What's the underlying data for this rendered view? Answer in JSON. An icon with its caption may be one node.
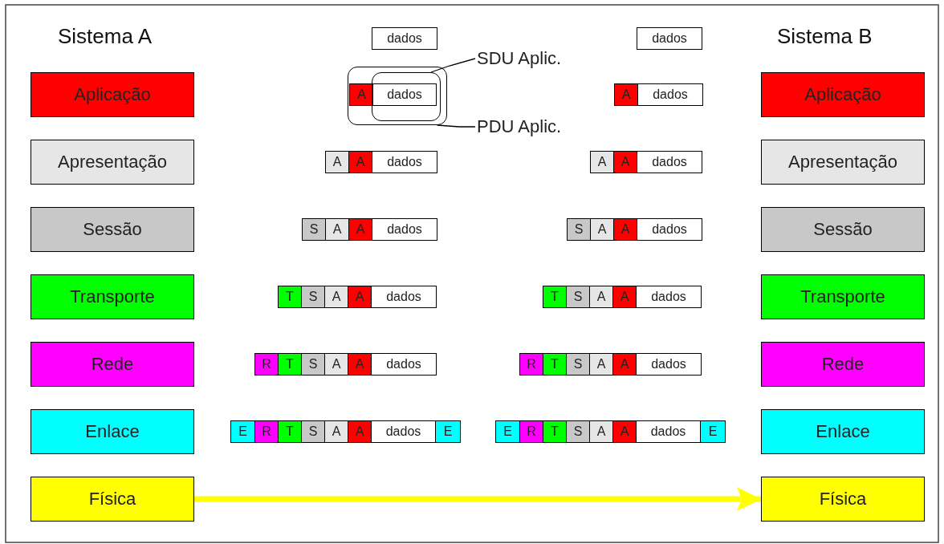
{
  "diagram": {
    "nodes": [
      {
        "text": [
          "Aplicação"
        ]
      },
      {
        "text": [
          "Apresentação"
        ]
      },
      {
        "text": [
          "Sessão"
        ]
      },
      {
        "text": [
          "Transporte"
        ]
      },
      {
        "text": [
          "Rede"
        ]
      },
      {
        "text": [
          "Enlace"
        ]
      },
      {
        "text": [
          "Física"
        ]
      },
      {
        "text": [
          "Aplicação"
        ]
      },
      {
        "text": [
          "Apresentação"
        ]
      },
      {
        "text": [
          "Sessão"
        ]
      },
      {
        "text": [
          "Transporte"
        ]
      },
      {
        "text": [
          "Rede"
        ]
      },
      {
        "text": [
          "Enlace"
        ]
      },
      {
        "text": [
          "Física"
        ]
      },
      {
        "text": [],
        "shape": "bar"
      },
      {
        "text": [
          "dados"
        ],
        "in": 14
      },
      {
        "text": [],
        "shape": "box"
      },
      {
        "text": [],
        "shape": "box",
        "in": 16
      },
      {
        "text": [],
        "shape": "bar",
        "in": 16
      },
      {
        "text": [
          "A"
        ],
        "in": 18
      },
      {
        "text": [
          "dados"
        ],
        "in": 17
      },
      {
        "text": [],
        "shape": "bar"
      },
      {
        "text": [
          "A"
        ],
        "in": 21
      },
      {
        "text": [
          "A"
        ],
        "in": 21
      },
      {
        "text": [
          "dados"
        ],
        "in": 21
      },
      {
        "text": [],
        "shape": "bar"
      },
      {
        "text": [
          "S"
        ],
        "in": 25
      },
      {
        "text": [
          "A"
        ],
        "in": 25
      },
      {
        "text": [
          "A"
        ],
        "in": 25
      },
      {
        "text": [
          "dados"
        ],
        "in": 25
      },
      {
        "text": [],
        "shape": "bar"
      },
      {
        "text": [
          "T"
        ],
        "in": 30
      },
      {
        "text": [
          "S"
        ],
        "in": 30
      },
      {
        "text": [
          "A"
        ],
        "in": 30
      },
      {
        "text": [
          "A"
        ],
        "in": 30
      },
      {
        "text": [
          "dados"
        ],
        "in": 30
      },
      {
        "text": [],
        "shape": "bar"
      },
      {
        "text": [
          "R"
        ],
        "in": 36
      },
      {
        "text": [
          "T"
        ],
        "in": 36
      },
      {
        "text": [
          "S"
        ],
        "in": 36
      },
      {
        "text": [
          "A"
        ],
        "in": 36
      },
      {
        "text": [
          "A"
        ],
        "in": 36
      },
      {
        "text": [
          "dados"
        ],
        "in": 36
      },
      {
        "text": [],
        "shape": "bar"
      },
      {
        "text": [
          "E"
        ],
        "in": 43
      },
      {
        "text": [
          "R"
        ],
        "in": 43
      },
      {
        "text": [
          "T"
        ],
        "in": 43
      },
      {
        "text": [
          "S"
        ],
        "in": 43
      },
      {
        "text": [
          "A"
        ],
        "in": 43
      },
      {
        "text": [
          "A"
        ],
        "in": 43
      },
      {
        "text": [
          "dados"
        ],
        "in": 43
      },
      {
        "text": [
          "E"
        ],
        "in": 43
      },
      {
        "text": [],
        "shape": "bar"
      },
      {
        "text": [
          "dados"
        ],
        "in": 52
      },
      {
        "text": [],
        "shape": "bar"
      },
      {
        "text": [
          "A"
        ],
        "in": 54
      },
      {
        "text": [
          "dados"
        ],
        "in": 54
      },
      {
        "text": [],
        "shape": "bar"
      },
      {
        "text": [
          "A"
        ],
        "in": 57
      },
      {
        "text": [
          "A"
        ],
        "in": 57
      },
      {
        "text": [
          "dados"
        ],
        "in": 57
      },
      {
        "text": [],
        "shape": "bar"
      },
      {
        "text": [
          "S"
        ],
        "in": 61
      },
      {
        "text": [
          "A"
        ],
        "in": 61
      },
      {
        "text": [
          "A"
        ],
        "in": 61
      },
      {
        "text": [
          "dados"
        ],
        "in": 61
      },
      {
        "text": [],
        "shape": "bar"
      },
      {
        "text": [
          "T"
        ],
        "in": 66
      },
      {
        "text": [
          "S"
        ],
        "in": 66
      },
      {
        "text": [
          "A"
        ],
        "in": 66
      },
      {
        "text": [
          "A"
        ],
        "in": 66
      },
      {
        "text": [
          "dados"
        ],
        "in": 66
      },
      {
        "text": [],
        "shape": "bar"
      },
      {
        "text": [
          "R"
        ],
        "in": 72
      },
      {
        "text": [
          "T"
        ],
        "in": 72
      },
      {
        "text": [
          "S"
        ],
        "in": 72
      },
      {
        "text": [
          "A"
        ],
        "in": 72
      },
      {
        "text": [
          "A"
        ],
        "in": 72
      },
      {
        "text": [
          "dados"
        ],
        "in": 72
      },
      {
        "text": [],
        "shape": "bar"
      },
      {
        "text": [
          "E"
        ],
        "in": 79
      },
      {
        "text": [
          "R"
        ],
        "in": 79
      },
      {
        "text": [
          "T"
        ],
        "in": 79
      },
      {
        "text": [
          "S"
        ],
        "in": 79
      },
      {
        "text": [
          "A"
        ],
        "in": 79
      },
      {
        "text": [
          "A"
        ],
        "in": 79
      },
      {
        "text": [
          "dados"
        ],
        "in": 79
      },
      {
        "text": [
          "E"
        ],
        "in": 79
      },
      {
        "text": [
          "SDU Aplic."
        ]
      },
      {
        "text": [
          "PDU Aplic."
        ]
      }
    ],
    "edges": [
      {
        "from": 6,
        "to": 13,
        "arrow": "to",
        "style": "thick",
        "color": "#ffff00"
      },
      {
        "from": 88,
        "to": 17,
        "arrow": "none"
      },
      {
        "from": 89,
        "to": 16,
        "arrow": "none"
      }
    ],
    "labels": [
      "Sistema A",
      "Sistema B"
    ]
  }
}
